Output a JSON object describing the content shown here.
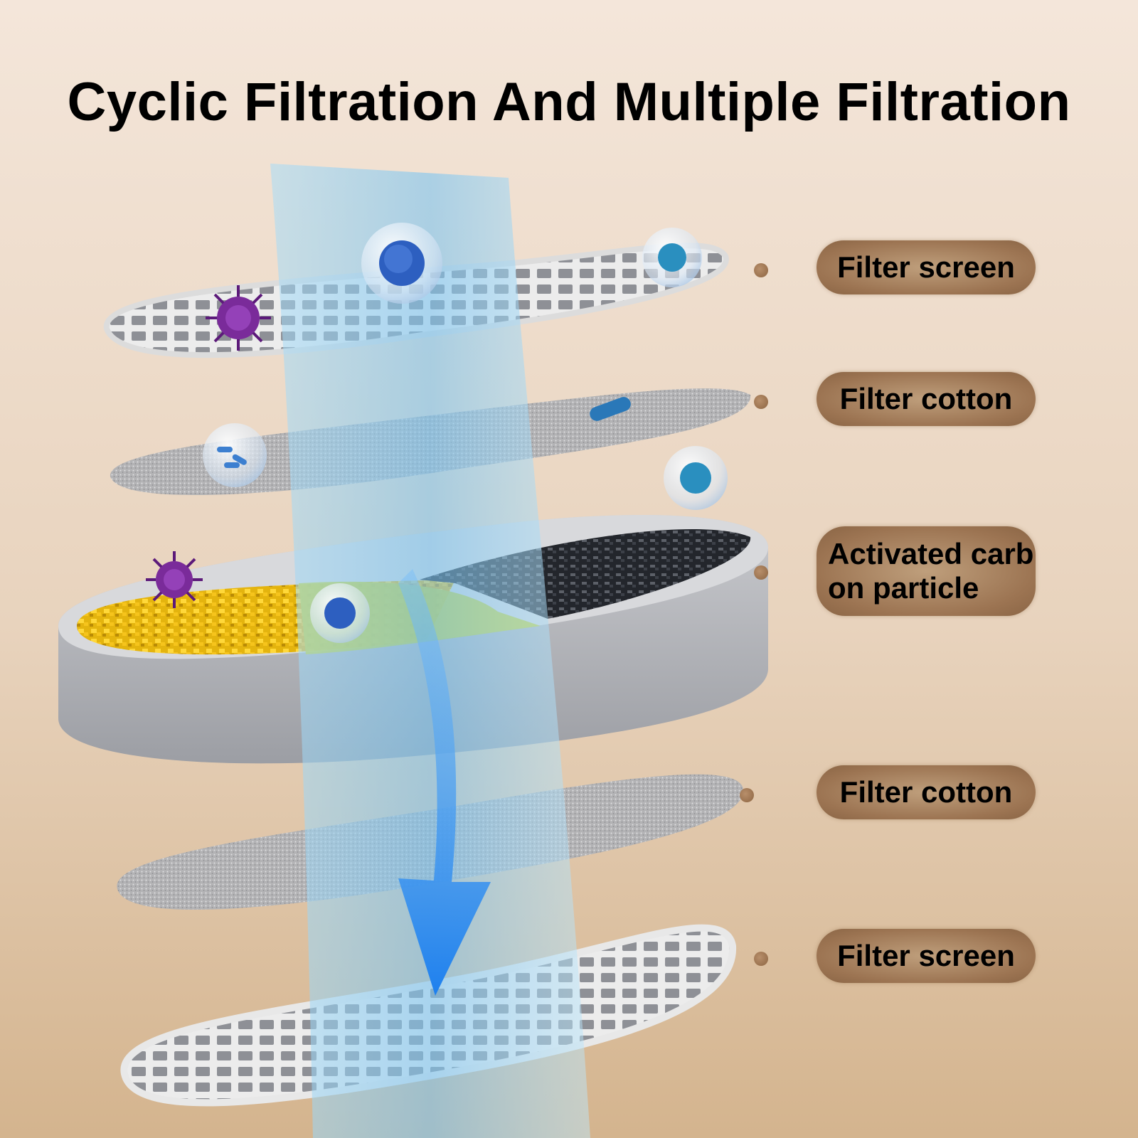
{
  "title": "Cyclic Filtration And Multiple Filtration",
  "labels": [
    "Filter screen",
    "Filter cotton",
    "Activated carb\non particle",
    "Filter cotton",
    "Filter screen"
  ],
  "colors": {
    "background_top": "#f4e6da",
    "background_bottom": "#d6b792",
    "label_pill": "#9c7452",
    "water": "#8fd0f5",
    "arrow": "#2f8ff0",
    "yellow_granules": "#f2c21a",
    "carbon_granules": "#2b2f36",
    "virus": "#7a2b9a",
    "bacteria": "#2d5fc0"
  },
  "icons": [
    "virus-icon",
    "bacteria-bubble-icon",
    "arrow-down-icon"
  ]
}
